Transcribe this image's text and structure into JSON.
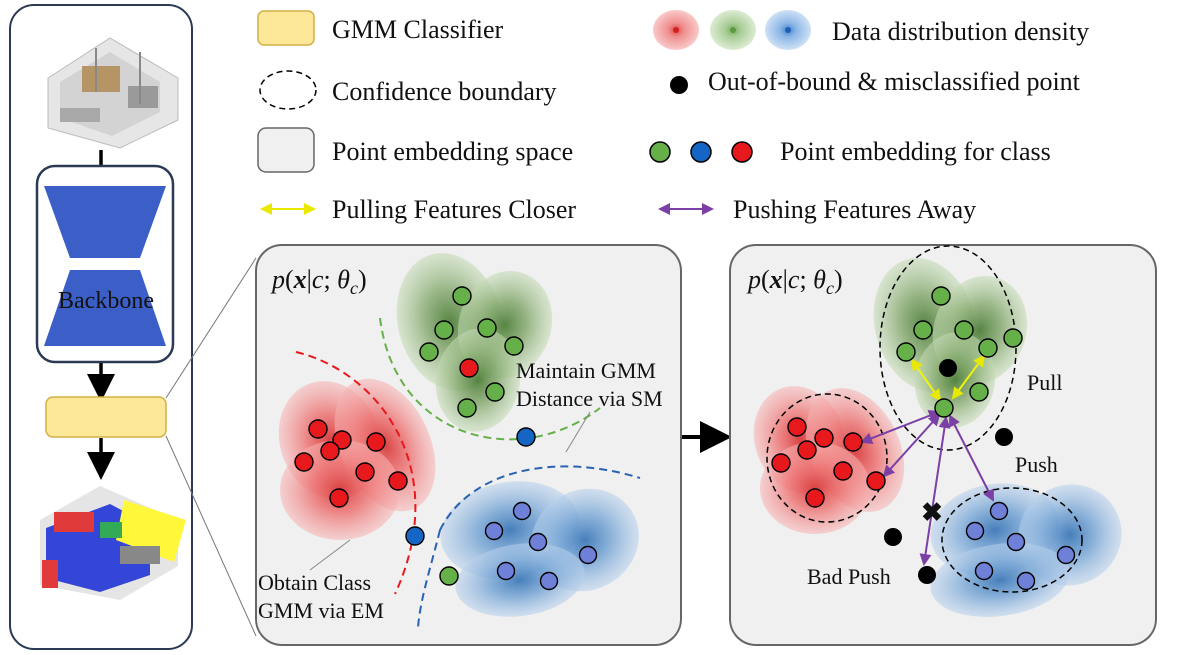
{
  "legend": {
    "gmm_classifier": "GMM Classifier",
    "confidence_boundary": "Confidence boundary",
    "embedding_space": "Point embedding space",
    "pulling": "Pulling Features Closer",
    "density": "Data distribution density",
    "out_of_bound": "Out-of-bound & misclassified point",
    "point_embedding": "Point embedding for class",
    "pushing": "Pushing Features Away"
  },
  "pipeline": {
    "backbone": "Backbone"
  },
  "left_panel": {
    "formula_p": "p",
    "formula_x": "x",
    "formula_c": "c",
    "formula_theta": "θ",
    "formula_sub": "c",
    "annotation_sm_line1": "Maintain GMM",
    "annotation_sm_line2": "Distance via SM",
    "annotation_em_line1": "Obtain Class",
    "annotation_em_line2": "GMM via EM"
  },
  "right_panel": {
    "formula_p": "p",
    "formula_x": "x",
    "formula_c": "c",
    "formula_theta": "θ",
    "formula_sub": "c",
    "pull": "Pull",
    "push": "Push",
    "bad_push": "Bad Push"
  },
  "colors": {
    "red": "#e8191c",
    "green": "#66b04a",
    "blue": "#1566c4",
    "gmm_yellow": "#fde89a",
    "pull_arrow": "#f2f20a",
    "push_arrow": "#7b3fa6"
  }
}
